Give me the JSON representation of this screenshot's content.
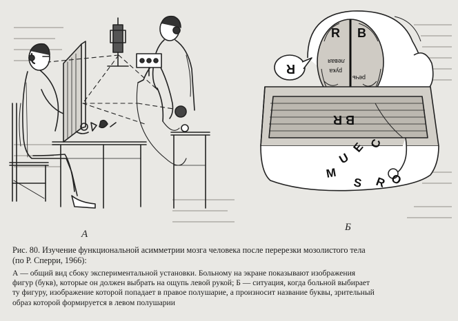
{
  "figure_labels": {
    "a": "А",
    "b": "Б"
  },
  "brain_labels": {
    "left_hemisphere_word1": "левая",
    "left_hemisphere_word2": "рука",
    "right_hemisphere_word": "речь",
    "letter_r": "R",
    "letter_b": "B",
    "bubble_letter": "R",
    "screen_text": "B R"
  },
  "letters_on_table": [
    "C",
    "E",
    "U",
    "M",
    "S",
    "R",
    "O"
  ],
  "caption": {
    "title_line1": "Рис. 80. Изучение функциональной асимметрии мозга человека после перерезки мозолистого тела",
    "title_line2": "(по Р. Сперри, 1966):",
    "body_line1": "А — общий вид сбоку экспериментальной установки. Больному на экране показывают изображения",
    "body_line2": "фигур (букв), которые он должен выбрать на ощупь левой рукой; Б — ситуация, когда больной выбирает",
    "body_line3": "ту фигуру, изображение которой попадает в правое полушарие, а произносит название буквы, зрительный",
    "body_line4": "образ которой формируется в левом полушарии"
  }
}
